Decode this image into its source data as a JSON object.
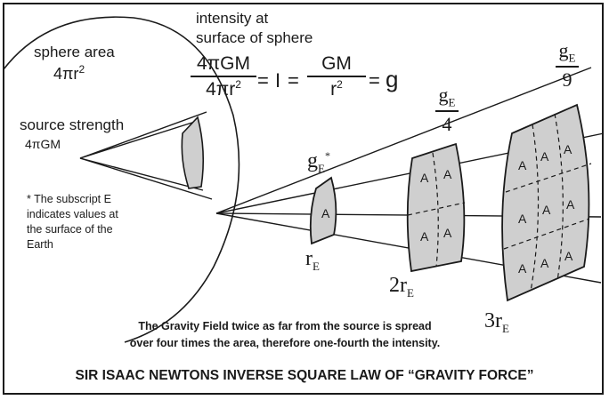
{
  "sphere": {
    "area_label": "sphere area",
    "area_formula": "4πr",
    "area_exp": "2",
    "source_label": "source strength",
    "source_formula": "4πGM",
    "footnote": [
      "* The subscript E",
      "indicates values at",
      "the surface of the",
      "Earth"
    ]
  },
  "equation": {
    "heading": [
      "intensity at",
      "surface of sphere"
    ],
    "num1": "4πGM",
    "den1": "4πr",
    "den1_exp": "2",
    "eq1": "=",
    "mid": "I",
    "eq2": "=",
    "num2": "GM",
    "den2": "r",
    "den2_exp": "2",
    "eq3": "=",
    "result": "g"
  },
  "surfaces": [
    {
      "g_top": "g",
      "g_sub": "E",
      "g_star": "*",
      "g_bottom": "",
      "r_coef": "",
      "r": "r",
      "r_sub": "E"
    },
    {
      "g_top": "g",
      "g_sub": "E",
      "g_star": "",
      "g_bottom": "4",
      "r_coef": "2",
      "r": "r",
      "r_sub": "E"
    },
    {
      "g_top": "g",
      "g_sub": "E",
      "g_star": "",
      "g_bottom": "9",
      "r_coef": "3",
      "r": "r",
      "r_sub": "E"
    }
  ],
  "area_cell_label": "A",
  "caption": [
    "The Gravity Field twice as far from the source is spread",
    "over four times the area, therefore one-fourth the intensity."
  ],
  "title": "SIR ISAAC NEWTONS INVERSE SQUARE LAW OF “GRAVITY  FORCE”"
}
